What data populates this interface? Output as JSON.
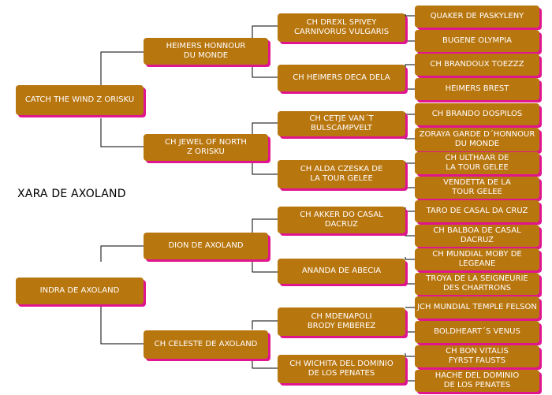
{
  "subject": "XARA DE AXOLAND",
  "sire": {
    "name": "CATCH THE WIND Z ORISKU",
    "sire": {
      "name": "HEIMERS HONNOUR\nDU MONDE",
      "sire": {
        "name": "CH DREXL SPIVEY\nCARNIVORUS VULGARIS",
        "sire": "QUAKER DE PASKYLENY",
        "dam": "BUGENE OLYMPIA"
      },
      "dam": {
        "name": "CH HEIMERS DECA DELA",
        "sire": "CH BRANDOUX TOEZZZ",
        "dam": "HEIMERS BREST"
      }
    },
    "dam": {
      "name": "CH JEWEL OF NORTH\nZ ORISKU",
      "sire": {
        "name": "CH CETJE VAN´T\nBULSCAMPVELT",
        "sire": "CH BRANDO DOSPILOS",
        "dam": "ZORAYA GARDE D´HONNOUR\nDU MONDE"
      },
      "dam": {
        "name": "CH ALDA CZESKA DE\nLA TOUR GELEE",
        "sire": "CH ULTHAAR DE\nLA TOUR GELEE",
        "dam": "VENDETTA DE LA\nTOUR GELEE"
      }
    }
  },
  "dam": {
    "name": "INDRA DE AXOLAND",
    "sire": {
      "name": "DION DE AXOLAND",
      "sire": {
        "name": "CH AKKER DO CASAL\nDACRUZ",
        "sire": "TARO DE CASAL DA CRUZ",
        "dam": "CH BALBOA DE CASAL\nDACRUZ"
      },
      "dam": {
        "name": "ANANDA DE ABECIA",
        "sire": "CH MUNDIAL MOBY DE\nLEGEANE",
        "dam": "TROYA DE LA SEIGNEURIE\nDES CHARTRONS"
      }
    },
    "dam": {
      "name": "CH CELESTE DE AXOLAND",
      "sire": {
        "name": "CH MDENAPOLI\nBRODY EMBEREZ",
        "sire": "JCH MUNDIAL TEMPLE FELSON",
        "dam": "BOLDHEART´S VENUS"
      },
      "dam": {
        "name": "CH WICHITA DEL DOMINIO\nDE LOS PENATES",
        "sire": "CH BON VITALIS\nFYRST FAUSTS",
        "dam": "HACHE DEL DOMINIO\nDE LOS PENATES"
      }
    }
  }
}
